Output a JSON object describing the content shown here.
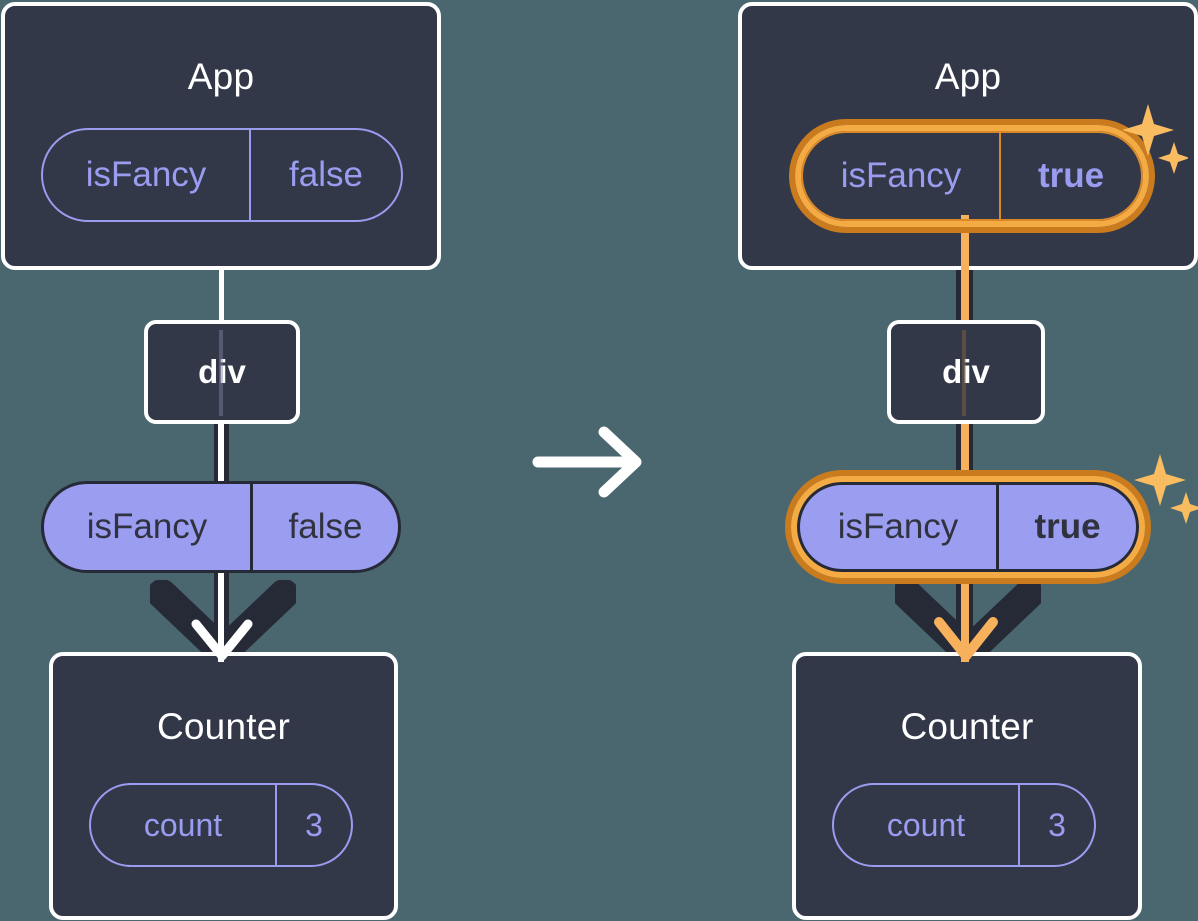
{
  "diagram": {
    "title": "React state propagation: isFancy false to true",
    "background_color": "#4A666F",
    "transition_icon": "arrow-right-icon"
  },
  "left": {
    "app": {
      "title": "App",
      "pill": {
        "key": "isFancy",
        "value": "false",
        "style": "outline",
        "highlighted": false
      }
    },
    "div": {
      "label": "div"
    },
    "prop_pill": {
      "key": "isFancy",
      "value": "false",
      "style": "solid",
      "highlighted": false
    },
    "counter": {
      "title": "Counter",
      "pill": {
        "key": "count",
        "value": "3",
        "style": "outline",
        "highlighted": false
      }
    }
  },
  "right": {
    "app": {
      "title": "App",
      "pill": {
        "key": "isFancy",
        "value": "true",
        "style": "outline",
        "highlighted": true
      }
    },
    "div": {
      "label": "div"
    },
    "prop_pill": {
      "key": "isFancy",
      "value": "true",
      "style": "solid",
      "highlighted": true
    },
    "counter": {
      "title": "Counter",
      "pill": {
        "key": "count",
        "value": "3",
        "style": "outline",
        "highlighted": false
      }
    },
    "sparkle_icon": "sparkles-icon"
  },
  "colors": {
    "background": "#4A666F",
    "node_fill": "#333849",
    "node_stroke": "#FFFFFF",
    "pill_purple_fill": "#9A9DF0",
    "pill_purple_text": "#30333F",
    "pill_outline_stroke": "#9A9CF0",
    "highlight_outer": "#C97B1E",
    "highlight_inner": "#F5AB44",
    "connector_dark": "#262A36",
    "connector_white": "#FFFFFF",
    "connector_orange": "#F7B05B",
    "sparkle": "#F9BC60"
  }
}
